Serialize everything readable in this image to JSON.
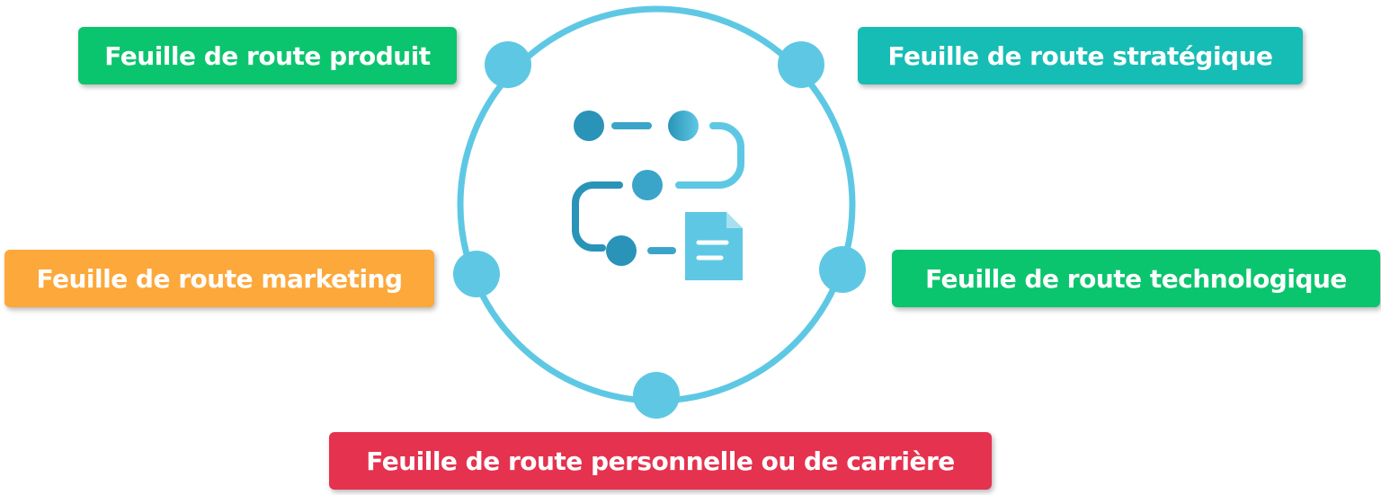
{
  "labels": {
    "produit": {
      "text": "Feuille de route produit",
      "color": "#0bc56e"
    },
    "strategique": {
      "text": "Feuille de route stratégique",
      "color": "#16bdb5"
    },
    "marketing": {
      "text": "Feuille de route marketing",
      "color": "#fda83a"
    },
    "technologique": {
      "text": "Feuille de route technologique",
      "color": "#0bc56e"
    },
    "personnelle": {
      "text": "Feuille de route personnelle ou de carrière",
      "color": "#e5324f"
    }
  },
  "ring": {
    "color": "#5ec8e4"
  },
  "center_icon": {
    "name": "roadmap-document-icon",
    "color_dark": "#2a93b8",
    "color_light": "#5ec8e4"
  }
}
